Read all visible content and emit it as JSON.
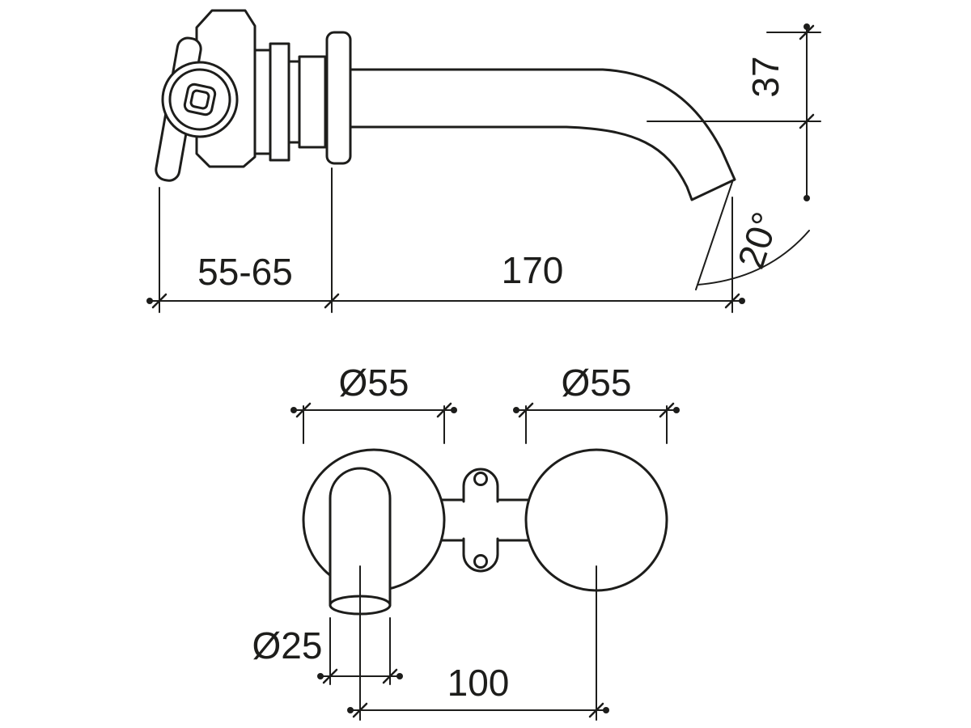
{
  "colors": {
    "ink": "#1d1d1b",
    "background": "#ffffff"
  },
  "side_view": {
    "wall_depth_label": "55-65",
    "spout_length_label": "170",
    "spout_drop_label": "37",
    "spout_angle_label": "20°"
  },
  "front_view": {
    "left_flange_diameter_label": "Ø55",
    "right_flange_diameter_label": "Ø55",
    "outlet_diameter_label": "Ø25",
    "centres_label": "100"
  }
}
